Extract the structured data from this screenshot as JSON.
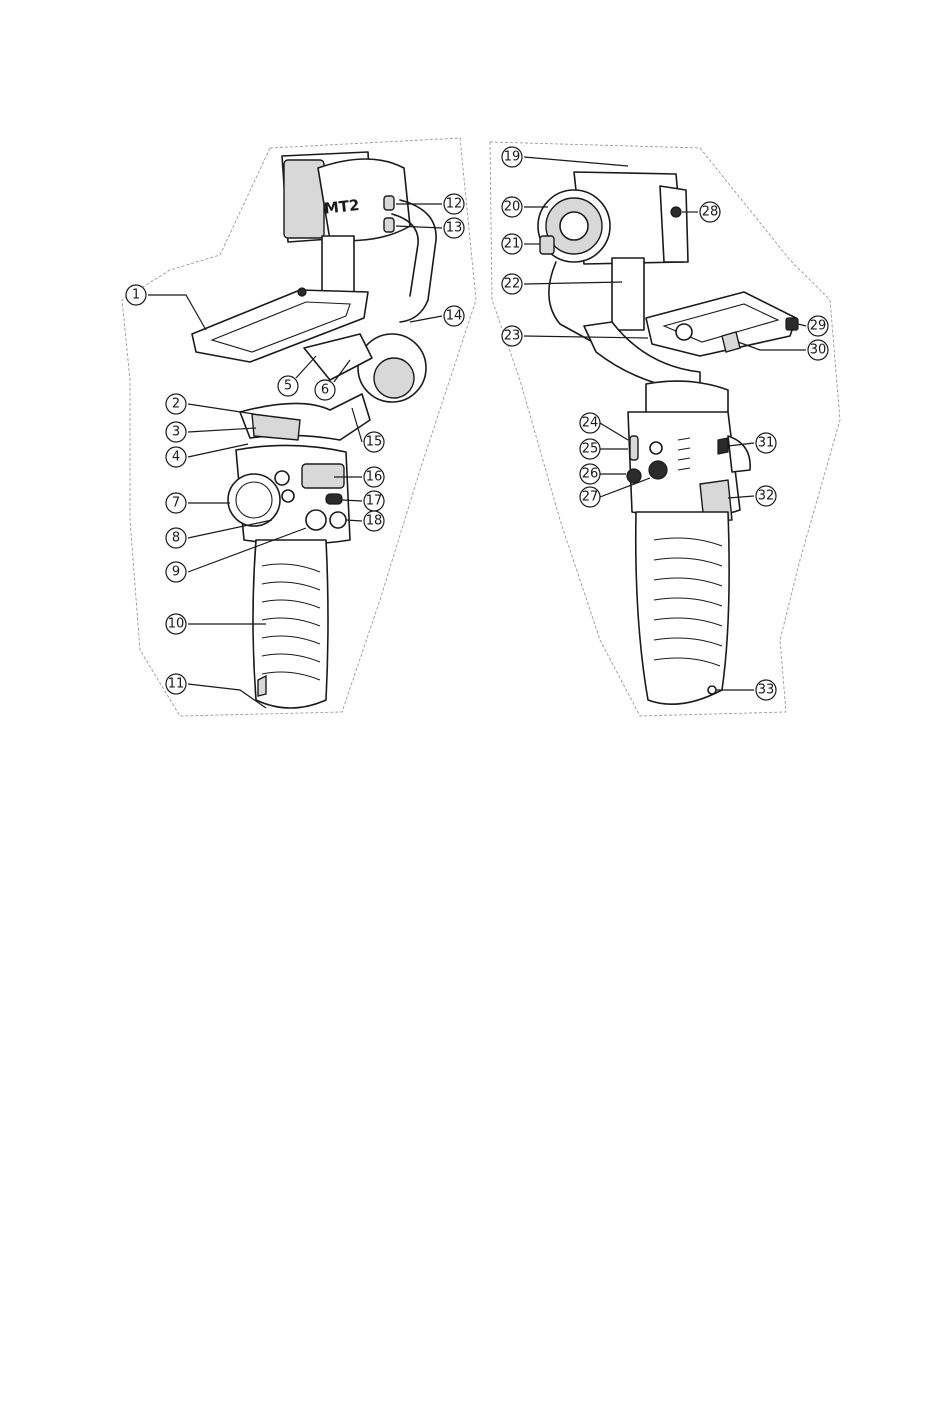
{
  "logo_text": "MT2",
  "callouts": [
    {
      "id": 1,
      "label": "①"
    },
    {
      "id": 2,
      "label": "②"
    },
    {
      "id": 3,
      "label": "③"
    },
    {
      "id": 4,
      "label": "④"
    },
    {
      "id": 5,
      "label": "⑤"
    },
    {
      "id": 6,
      "label": "⑥"
    },
    {
      "id": 7,
      "label": "⑦"
    },
    {
      "id": 8,
      "label": "⑧"
    },
    {
      "id": 9,
      "label": "⑨"
    },
    {
      "id": 10,
      "label": "⑩"
    },
    {
      "id": 11,
      "label": "⑪"
    },
    {
      "id": 12,
      "label": "⑫"
    },
    {
      "id": 13,
      "label": "⑬"
    },
    {
      "id": 14,
      "label": "⑭"
    },
    {
      "id": 15,
      "label": "⑮"
    },
    {
      "id": 16,
      "label": "⑯"
    },
    {
      "id": 17,
      "label": "⑰"
    },
    {
      "id": 18,
      "label": "⑱"
    },
    {
      "id": 19,
      "label": "⑲"
    },
    {
      "id": 20,
      "label": "⑳"
    },
    {
      "id": 21,
      "label": "㉑"
    },
    {
      "id": 22,
      "label": "㉒"
    },
    {
      "id": 23,
      "label": "㉓"
    },
    {
      "id": 24,
      "label": "㉔"
    },
    {
      "id": 25,
      "label": "㉕"
    },
    {
      "id": 26,
      "label": "㉖"
    },
    {
      "id": 27,
      "label": "㉗"
    },
    {
      "id": 28,
      "label": "㉘"
    },
    {
      "id": 29,
      "label": "㉙"
    },
    {
      "id": 30,
      "label": "㉚"
    },
    {
      "id": 31,
      "label": "㉛"
    },
    {
      "id": 32,
      "label": "㉜"
    },
    {
      "id": 33,
      "label": "㉝"
    }
  ]
}
